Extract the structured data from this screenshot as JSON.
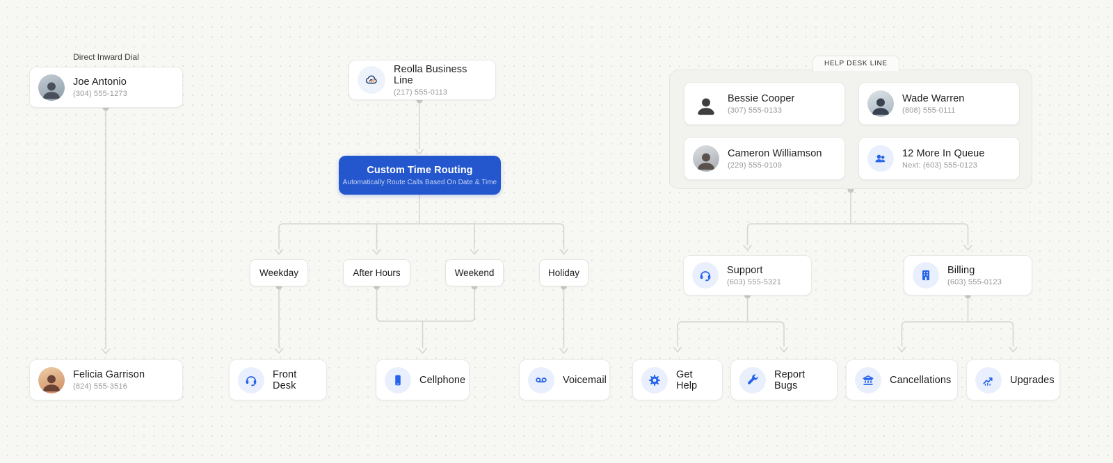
{
  "colors": {
    "accent_blue": "#2457cd",
    "icon_blue": "#2563eb",
    "icon_bg": "#e9effc",
    "line": "#d5d5d1",
    "dot": "#c6c6c2",
    "canvas_bg": "#f7f7f4",
    "group_bg": "#f2f2ef"
  },
  "labels": {
    "direct_inward_dial": "Direct Inward Dial",
    "help_desk_line": "HELP DESK LINE"
  },
  "icons": {
    "business_line": "cloud-phone-icon",
    "queue": "people-icon",
    "support": "headset-icon",
    "billing": "building-icon",
    "front_desk": "headset-icon",
    "cellphone": "smartphone-icon",
    "voicemail": "voicemail-icon",
    "get_help": "gear-icon",
    "report_bugs": "wrench-icon",
    "cancellations": "bank-icon",
    "upgrades": "trending-up-icon"
  },
  "nodes": {
    "joe": {
      "name": "Joe Antonio",
      "phone": "(304) 555-1273"
    },
    "business_line": {
      "name": "Reolla Business Line",
      "phone": "(217) 555-0113"
    },
    "helpdesk": {
      "members": [
        {
          "name": "Bessie Cooper",
          "phone": "(307) 555-0133"
        },
        {
          "name": "Wade Warren",
          "phone": "(808) 555-0111"
        },
        {
          "name": "Cameron Williamson",
          "phone": "(229) 555-0109"
        },
        {
          "name": "12 More In Queue",
          "phone": "Next: (603) 555-0123"
        }
      ]
    },
    "routing": {
      "title": "Custom Time Routing",
      "subtitle": "Automatically Route Calls Based On Date & Time"
    },
    "schedule": [
      {
        "label": "Weekday"
      },
      {
        "label": "After Hours"
      },
      {
        "label": "Weekend"
      },
      {
        "label": "Holiday"
      }
    ],
    "support": {
      "name": "Support",
      "phone": "(603) 555-5321"
    },
    "billing": {
      "name": "Billing",
      "phone": "(603) 555-0123"
    },
    "felicia": {
      "name": "Felicia Garrison",
      "phone": "(824) 555-3516"
    },
    "destinations": [
      {
        "label": "Front Desk"
      },
      {
        "label": "Cellphone"
      },
      {
        "label": "Voicemail"
      },
      {
        "label": "Get Help"
      },
      {
        "label": "Report Bugs"
      },
      {
        "label": "Cancellations"
      },
      {
        "label": "Upgrades"
      }
    ]
  }
}
